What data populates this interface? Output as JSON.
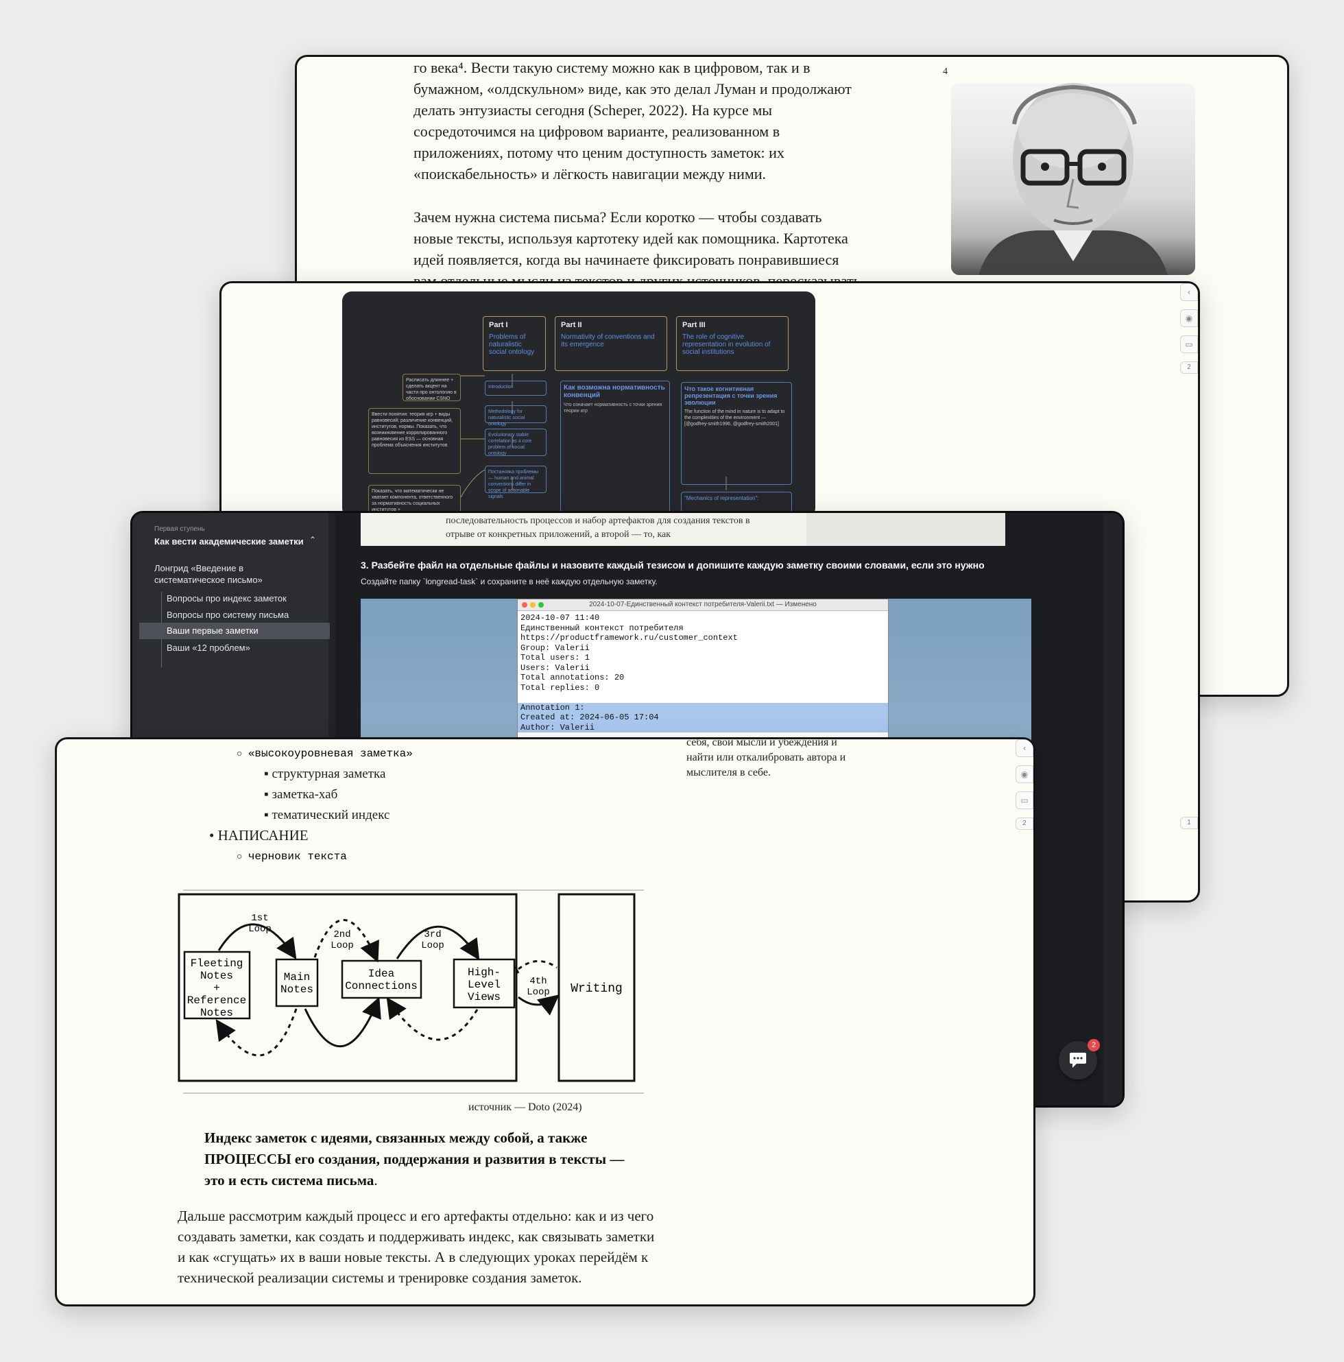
{
  "card1": {
    "lines": [
      "го века⁴. Вести такую систему можно как в цифровом, так и в",
      "бумажном, «олдскульном» виде, как это делал Луман и продолжают",
      "делать энтузиасты сегодня (Scheper, 2022). На курсе мы",
      "сосредоточимся на цифровом варианте, реализованном в",
      "приложениях, потому что ценим доступность заметок: их",
      "«поискабельность» и лёгкость навигации между ними."
    ],
    "paragraph2": [
      "Зачем нужна система письма? Если коротко — чтобы создавать",
      "новые тексты, используя картотеку идей как помощника. Картотека",
      "идей появляется, когда вы начинаете фиксировать понравившиеся",
      "вам отдельные мысли из текстов и других источников, пересказывать"
    ],
    "footnote_number": "4",
    "photo_icon": "portrait-photo"
  },
  "card2": {
    "parts": [
      {
        "label": "Part I",
        "title": "Problems of naturalistic social ontology"
      },
      {
        "label": "Part II",
        "title": "Normativity of conventions and its emergence"
      },
      {
        "label": "Part III",
        "title": "The role of cognitive representation in evolution of social institutions"
      }
    ],
    "nodes": {
      "note1": "Расписать длиннее + сделать акцент на части про онтологию в обосновании CSNO",
      "note2": "Ввести понятия: теория игр + виды равновесий; различение конвенций, институтов, нормы. Показать, что возникновение коррелированного равновесия из ESS — основная проблема объяснения институтов",
      "note3": "Показать, что математически не хватает компонента, ответственного за нормативность социальных институтов +",
      "intro": "Introduction",
      "method": "Methodology for naturalistic social ontology",
      "evo": "Evolutionary stable correlation as a core problem of social ontology",
      "problem": "Постановка проблемы — human and animal conventions differ in scope of actionable signals",
      "how": "Как возможна нормативность конвенций",
      "how_sub": "Что означает нормативность с точки зрения теории игр",
      "what": "Что такое когнитивная репрезентация с точки зрения эволюции",
      "what_sub": "The function of the mind in nature is to adapt to the complexities of the environment — [@godfrey-smith1996, @godfrey-smith2001]",
      "mech": "\"Mechanics of representation\":"
    },
    "side_count": "2",
    "side_count_bottom": "1"
  },
  "card3": {
    "sidebar": {
      "overline": "Первая ступень",
      "course": "Как вести академические заметки",
      "lesson": "Лонгрид «Введение в систематическое письмо»",
      "items": [
        "Вопросы про индекс заметок",
        "Вопросы про систему письма",
        "Ваши первые заметки",
        "Ваши «12 проблем»"
      ]
    },
    "doc_lines": "последовательность процессов и набор артефактов для создания текстов в отрыве от конкретных приложений, а второй — то, как",
    "heading": "3. Разбейте файл на отдельные файлы и назовите каждый тезисом и допишите каждую заметку своими словами, если это нужно",
    "subtext": "Создайте папку `longread-task` и сохраните в неё каждую отдельную заметку.",
    "window_title": "2024-10-07-Единственный контекст потребителя-Valerii.txt — Изменено",
    "window_lines": [
      "2024-10-07 11:40",
      "Единственный контекст потребителя",
      "https://productframework.ru/customer_context",
      "Group: Valerii",
      "Total users: 1",
      "Users: Valerii",
      "Total annotations: 20",
      "Total replies: 0"
    ],
    "window_selected": [
      "Annotation 1:",
      "Created at: 2024-06-05 17:04",
      "Author: Valerii"
    ],
    "chat_badge": "2"
  },
  "card4": {
    "list": {
      "sub_high": "«высокоуровневая заметка»",
      "items_high": [
        "структурная заметка",
        "заметка-хаб",
        "тематический индекс"
      ],
      "writing": "НАПИСАНИЕ",
      "sub_writing": "черновик текста"
    },
    "sidenote": [
      "себя, свои мысли и убеждения и",
      "найти или откалибровать автора и",
      "мыслителя в себе."
    ],
    "diagram": {
      "fleeting": [
        "Fleeting",
        "Notes",
        "+",
        "Reference",
        "Notes"
      ],
      "main": [
        "Main",
        "Notes"
      ],
      "idea": [
        "Idea",
        "Connections"
      ],
      "high": [
        "High-",
        "Level",
        "Views"
      ],
      "writing": "Writing",
      "loop1": [
        "1st",
        "Loop"
      ],
      "loop2": [
        "2nd",
        "Loop"
      ],
      "loop3": [
        "3rd",
        "Loop"
      ],
      "loop4": [
        "4th",
        "Loop"
      ]
    },
    "caption": "источник — Doto (2024)",
    "quote_bold": "Индекс заметок с идеями, связанных между собой, а также ПРОЦЕССЫ его создания, поддержания и развития в тексты — это и есть система письма",
    "quote_end": ".",
    "paragraph": "Дальше рассмотрим каждый процесс и его артефакты отдельно: как и из чего создавать заметки, как создать и поддерживать индекс, как связывать заметки и как «сгущать» их в ваши новые тексты. А в следующих уроках перейдём к технической реализации системы и тренировке создания заметок.",
    "side_count": "2"
  }
}
